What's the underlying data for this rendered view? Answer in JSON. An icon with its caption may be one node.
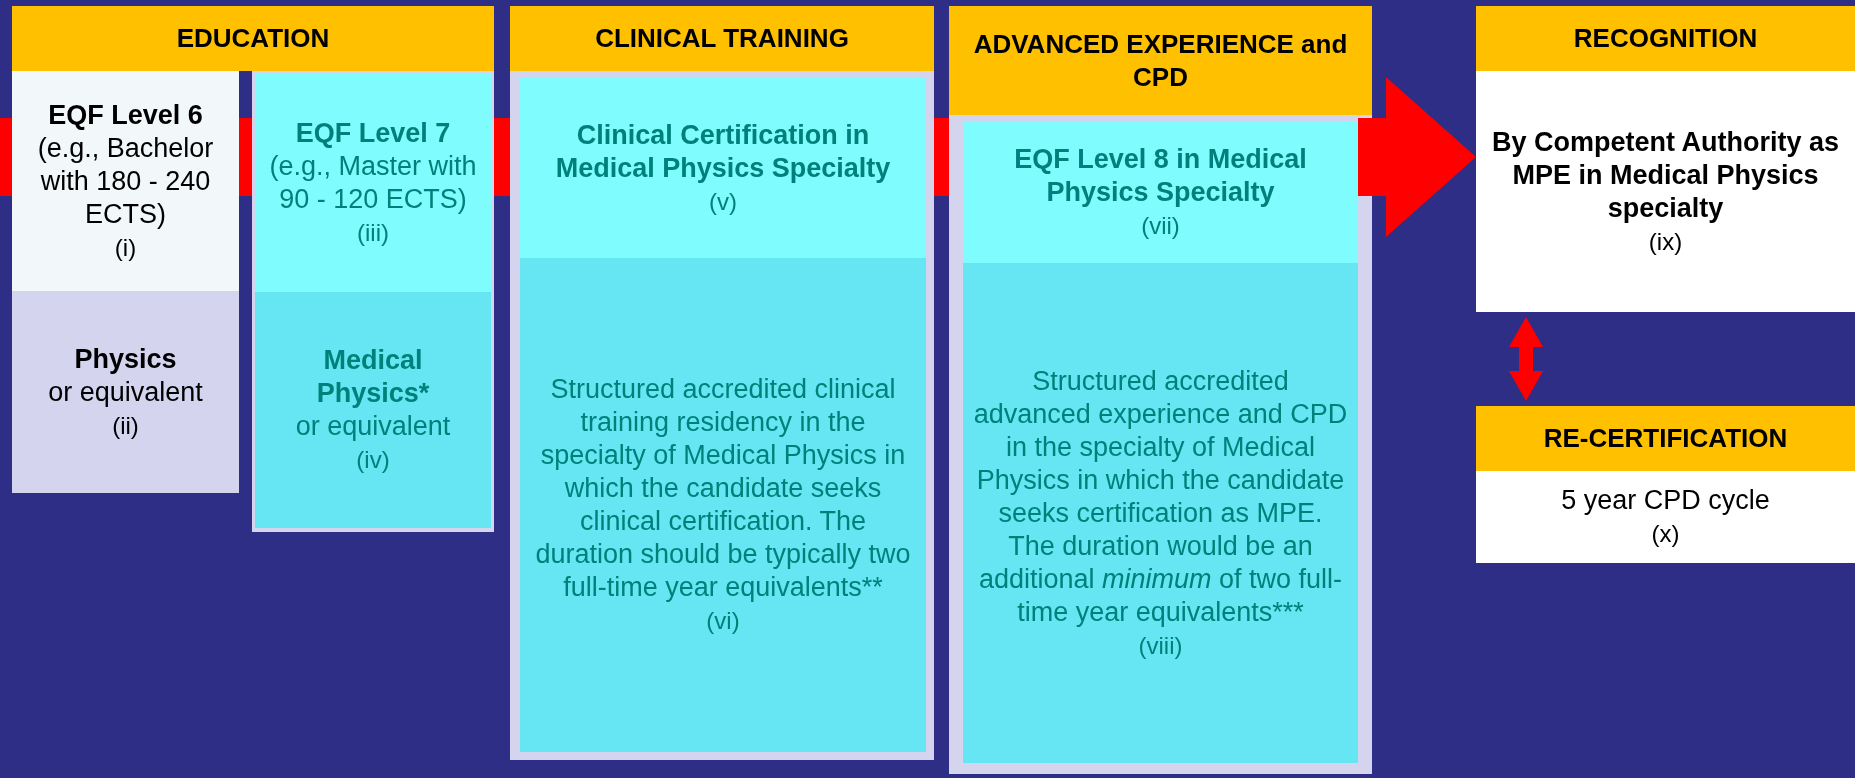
{
  "diagram": {
    "nodes": [
      {
        "text": [
          "EDUCATION"
        ]
      },
      {
        "text": [
          "EQF Level 6",
          "(e.g., Bachelor with 180 - 240 ECTS)",
          "(i)"
        ]
      },
      {
        "text": [
          "Physics",
          "or equivalent",
          "(ii)"
        ]
      },
      {
        "text": [
          "EQF Level 7",
          "(e.g., Master with 90 - 120 ECTS)",
          "(iii)"
        ]
      },
      {
        "text": [
          "Medical Physics*",
          "or equivalent",
          "(iv)"
        ]
      },
      {
        "text": [
          "CLINICAL TRAINING"
        ]
      },
      {
        "text": [
          "Clinical Certification in Medical Physics Specialty",
          "(v)"
        ]
      },
      {
        "text": [
          "Structured accredited clinical training residency in the specialty of Medical Physics in which the candidate seeks clinical certification. The duration should be typically two full-time year equivalents**",
          "(vi)"
        ]
      },
      {
        "text": [
          "ADVANCED EXPERIENCE and CPD"
        ]
      },
      {
        "text": [
          "EQF Level 8 in Medical Physics Specialty",
          "(vii)"
        ]
      },
      {
        "text": [
          "Structured accredited advanced experience and CPD in the specialty of Medical Physics in which the candidate seeks certification as MPE. The duration would be an additional *minimum* of two full-time year equivalents***",
          "(viii)"
        ]
      },
      {
        "text": [
          "RECOGNITION"
        ]
      },
      {
        "text": [
          "By Competent Authority as MPE in Medical Physics specialty",
          "(ix)"
        ]
      },
      {
        "text": [
          "RE-CERTIFICATION"
        ]
      },
      {
        "text": [
          "5 year CPD cycle",
          "(x)"
        ]
      }
    ],
    "edges": [
      {
        "from": 9,
        "to": 12,
        "arrow": "to",
        "style": "thick",
        "color": "#ff0000"
      },
      {
        "from": 12,
        "to": 13,
        "arrow": "both",
        "color": "#ff0000"
      }
    ]
  }
}
